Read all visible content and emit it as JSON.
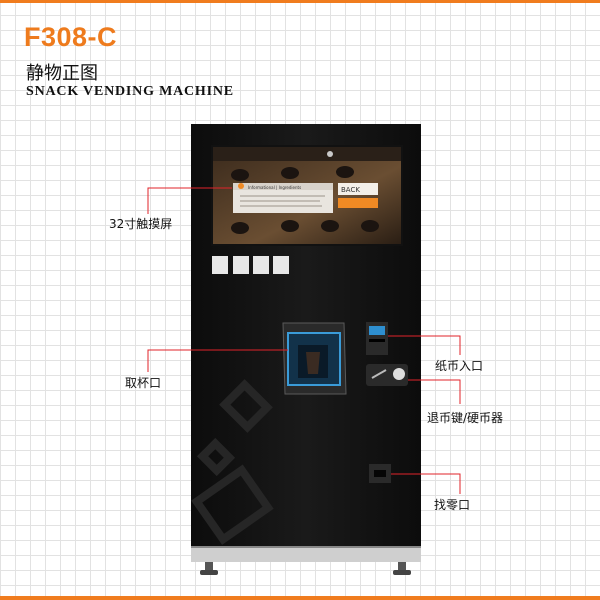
{
  "header": {
    "model": "F308-C",
    "title_cn": "静物正图",
    "title_en": "SNACK VENDING MACHINE"
  },
  "callouts": {
    "screen": "32寸触摸屏",
    "pickup": "取杯口",
    "bill_acceptor": "纸币入口",
    "coin_return": "退币键/硬币器",
    "change_tray": "找零口"
  },
  "screen_ui": {
    "popup_title": "Informational | Ingredients",
    "back_button": "BACK"
  },
  "colors": {
    "accent": "#f07c1e",
    "cabinet": "#141414",
    "callout_line": "#e0232a",
    "pickup_glow": "#3a9bd8"
  }
}
